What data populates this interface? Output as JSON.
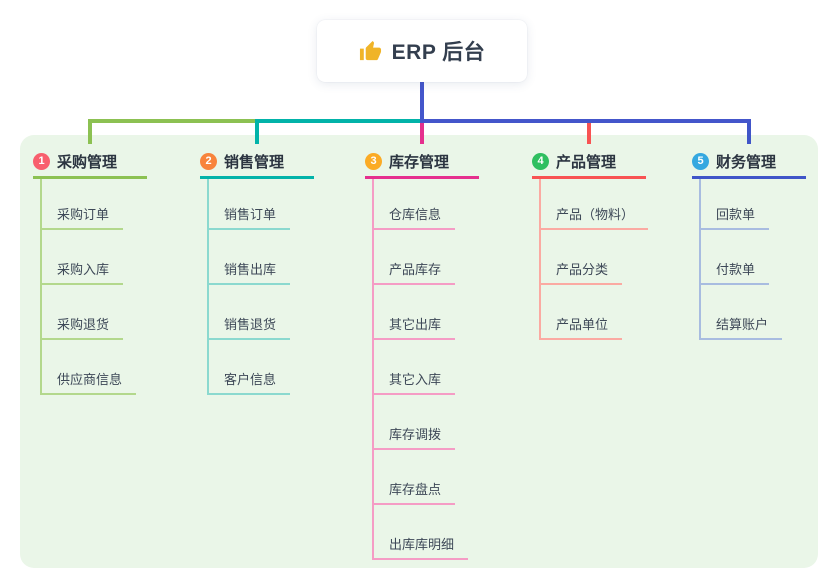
{
  "page": {
    "background": "#ffffff",
    "panel_background": "#eaf6e8"
  },
  "root": {
    "label": "ERP 后台",
    "icon": "thumbs-up-icon",
    "icon_color": "#f0b428",
    "text_color": "#333e4e"
  },
  "connectors": {
    "trunk_color": "#4456cb",
    "bus_segments": [
      {
        "from": 0,
        "to": 1,
        "color": "#8cc152"
      },
      {
        "from": 1,
        "to": 2,
        "color": "#02b3a9"
      },
      {
        "from": 2,
        "to": 4,
        "color": "#4456cb"
      }
    ]
  },
  "branches": [
    {
      "badge": "1",
      "badge_color": "#f85f6d",
      "label": "采购管理",
      "line_color": "#8cc152",
      "sub_line_color": "#b3d88c",
      "children": [
        "采购订单",
        "采购入库",
        "采购退货",
        "供应商信息"
      ]
    },
    {
      "badge": "2",
      "badge_color": "#f8843c",
      "label": "销售管理",
      "line_color": "#02b3a9",
      "sub_line_color": "#8bd9cf",
      "children": [
        "销售订单",
        "销售出库",
        "销售退货",
        "客户信息"
      ]
    },
    {
      "badge": "3",
      "badge_color": "#fbab25",
      "label": "库存管理",
      "line_color": "#e5308e",
      "sub_line_color": "#f59cc5",
      "children": [
        "仓库信息",
        "产品库存",
        "其它出库",
        "其它入库",
        "库存调拨",
        "库存盘点",
        "出库库明细"
      ]
    },
    {
      "badge": "4",
      "badge_color": "#2fbf60",
      "label": "产品管理",
      "line_color": "#f85353",
      "sub_line_color": "#fbaaa2",
      "children": [
        "产品（物料）",
        "产品分类",
        "产品单位"
      ]
    },
    {
      "badge": "5",
      "badge_color": "#35a8e0",
      "label": "财务管理",
      "line_color": "#4055c8",
      "sub_line_color": "#a8bce0",
      "children": [
        "回款单",
        "付款单",
        "结算账户"
      ]
    }
  ]
}
